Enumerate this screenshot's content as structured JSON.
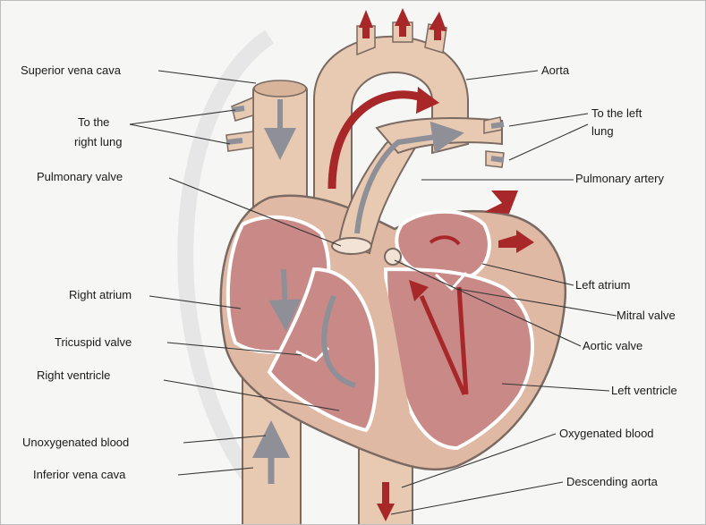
{
  "labels": {
    "superior_vena_cava": "Superior vena cava",
    "aorta": "Aorta",
    "to_right_lung_1": "To the",
    "to_right_lung_2": "right lung",
    "to_left_lung_1": "To the left",
    "to_left_lung_2": "lung",
    "pulmonary_valve": "Pulmonary valve",
    "pulmonary_artery": "Pulmonary artery",
    "left_atrium": "Left atrium",
    "right_atrium": "Right atrium",
    "mitral_valve": "Mitral valve",
    "tricuspid_valve": "Tricuspid valve",
    "aortic_valve": "Aortic valve",
    "right_ventricle": "Right ventricle",
    "left_ventricle": "Left ventricle",
    "unoxygenated_blood": "Unoxygenated blood",
    "oxygenated_blood": "Oxygenated blood",
    "inferior_vena_cava": "Inferior vena cava",
    "descending_aorta": "Descending aorta"
  },
  "colors": {
    "vessel": "#e8c9b2",
    "vessel_outline": "#7a6a62",
    "chamber": "#c98a87",
    "chamber_dark": "#a8605d",
    "oxygenated_arrow": "#a8282a",
    "deoxygenated_arrow": "#8f8f98",
    "wall": "#e0b9a4"
  }
}
